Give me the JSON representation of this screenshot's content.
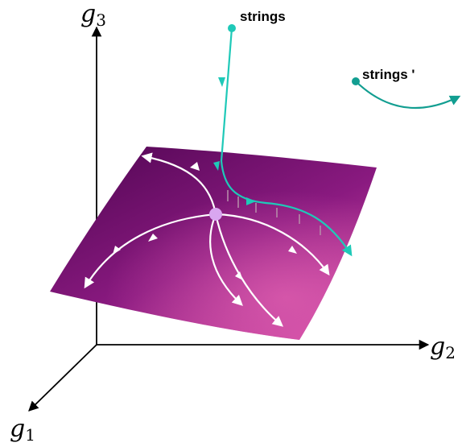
{
  "axes": {
    "g1": {
      "base": "g",
      "sub": "1"
    },
    "g2": {
      "base": "g",
      "sub": "2"
    },
    "g3": {
      "base": "g",
      "sub": "3"
    }
  },
  "labels": {
    "strings": "strings",
    "strings_prime": "strings '"
  },
  "colors": {
    "surface_dark": "#5c0a5c",
    "surface_mid": "#8a1a80",
    "surface_light": "#d64fa8",
    "flow_lines": "#ffffff",
    "fixed_point": "#d9a6f0",
    "string_path": "#1fc9b8",
    "string_path_prime": "#129e91",
    "axis": "#000000"
  }
}
